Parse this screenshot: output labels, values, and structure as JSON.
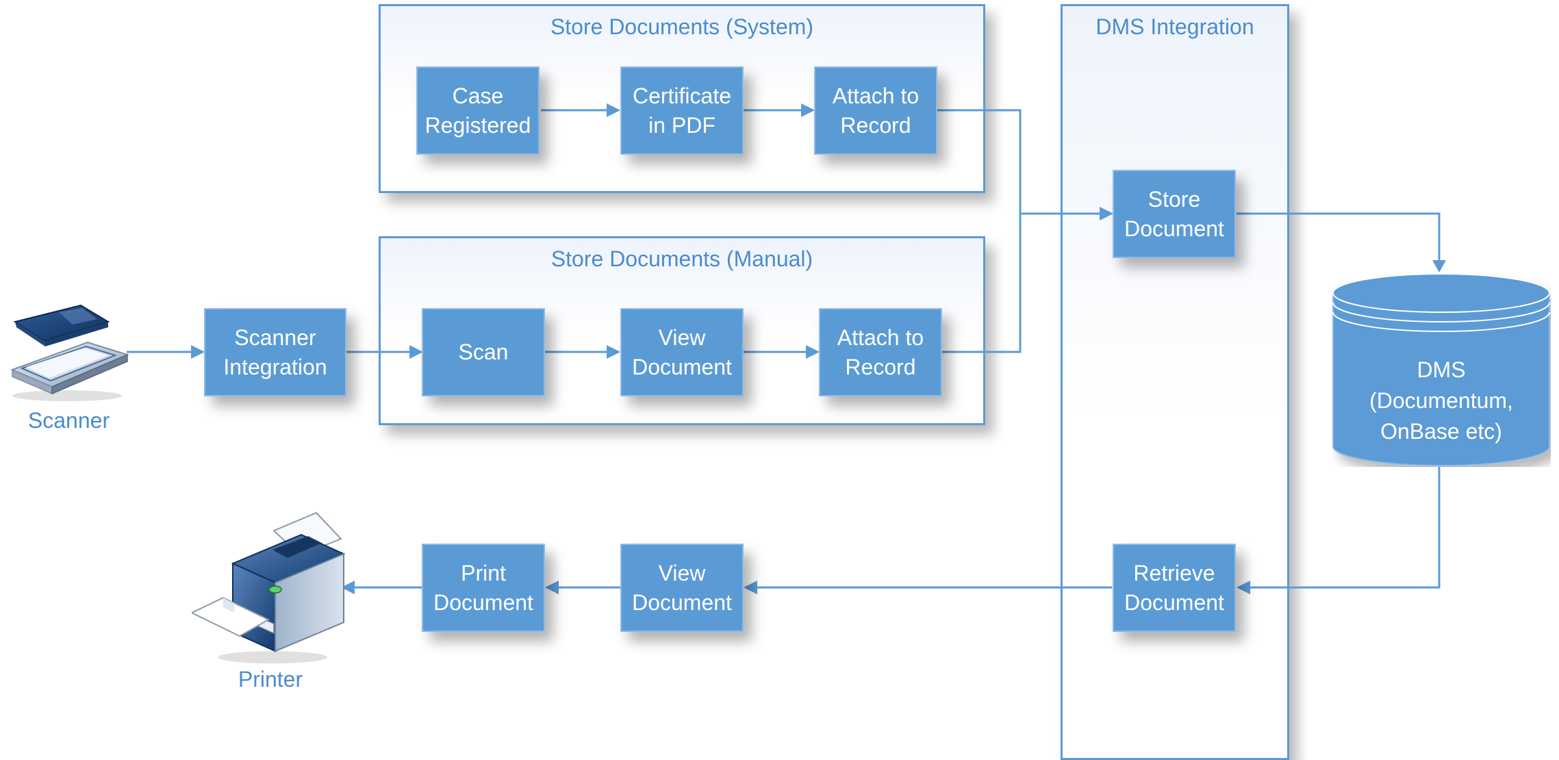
{
  "panels": {
    "store_system": {
      "title": "Store Documents (System)"
    },
    "store_manual": {
      "title": "Store Documents (Manual)"
    },
    "dms_integration": {
      "title": "DMS Integration"
    }
  },
  "nodes": {
    "case_registered": "Case\nRegistered",
    "certificate_pdf": "Certificate\nin PDF",
    "attach_system": "Attach to\nRecord",
    "scanner_integration": "Scanner\nIntegration",
    "scan": "Scan",
    "view_manual": "View\nDocument",
    "attach_manual": "Attach to\nRecord",
    "store_document": "Store\nDocument",
    "retrieve_document": "Retrieve\nDocument",
    "view_retrieve": "View\nDocument",
    "print_document": "Print\nDocument"
  },
  "dms": {
    "label": "DMS\n(Documentum,\nOnBase etc)"
  },
  "devices": {
    "scanner": "Scanner",
    "printer": "Printer"
  },
  "colors": {
    "accent": "#5b9bd5",
    "label_text": "#4a8ccd",
    "box_text": "#ffffff"
  },
  "icons": {
    "scanner": "scanner-icon",
    "printer": "printer-icon",
    "database": "database-icon"
  }
}
